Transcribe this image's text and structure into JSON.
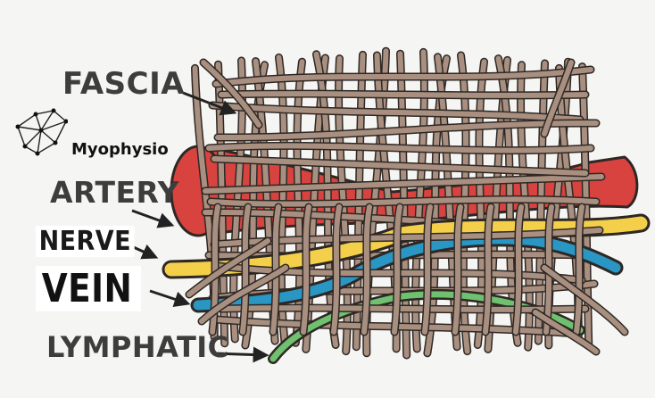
{
  "labels": {
    "fascia": "FASCIA",
    "artery": "ARTERY",
    "nerve": "NERVE",
    "vein": "VEIN",
    "lymphatic": "LYMPHATIC"
  },
  "brand": {
    "name": "Myophysio",
    "logo_icon": "wireframe-polyhedron-icon"
  },
  "colors": {
    "background": "#f5f5f3",
    "fibers": "#a88f80",
    "fiber_outline": "#2e2824",
    "artery": "#d9433f",
    "nerve": "#f4d04a",
    "vein": "#2a96c4",
    "lymphatic": "#6fc06f",
    "label_text": "#3d3d3d"
  }
}
